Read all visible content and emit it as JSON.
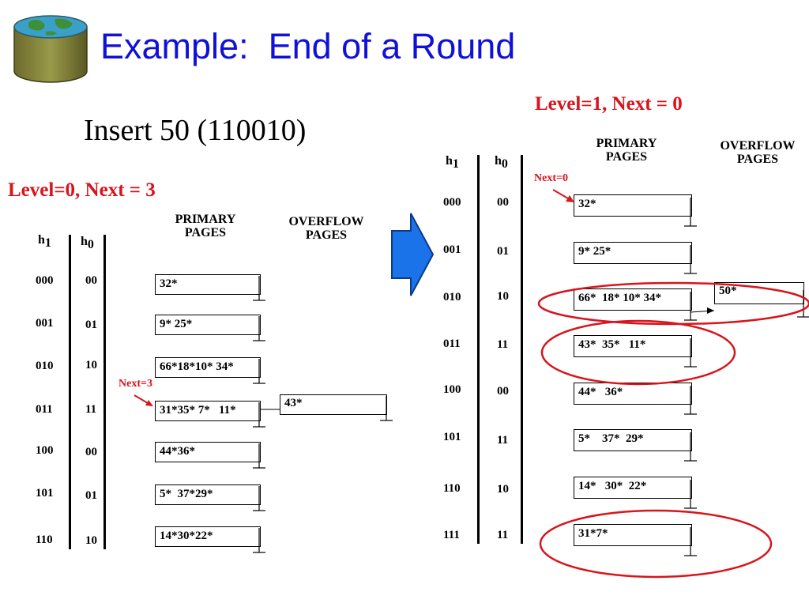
{
  "title": "Example:  End of a Round",
  "insert_text": "Insert 50 (110010)",
  "colors": {
    "title": "#1010d8",
    "highlight": "#d8141c",
    "arrow": "#1a73e8"
  },
  "left": {
    "level_text": "Level=0, Next = 3",
    "primary_header": "PRIMARY\nPAGES",
    "overflow_header": "OVERFLOW\nPAGES",
    "h1": "h",
    "h1_sub": "1",
    "h0": "h",
    "h0_sub": "0",
    "next_label": "Next=3",
    "rows": [
      {
        "h1": "000",
        "h0": "00",
        "primary": "32*"
      },
      {
        "h1": "001",
        "h0": "01",
        "primary": "9* 25*"
      },
      {
        "h1": "010",
        "h0": "10",
        "primary": "66*18*10* 34*"
      },
      {
        "h1": "011",
        "h0": "11",
        "primary": "31*35* 7*   11*",
        "overflow": "43*"
      },
      {
        "h1": "100",
        "h0": "00",
        "primary": "44*36*"
      },
      {
        "h1": "101",
        "h0": "01",
        "primary": "5*  37*29*"
      },
      {
        "h1": "110",
        "h0": "10",
        "primary": "14*30*22*"
      }
    ]
  },
  "right": {
    "level_text": "Level=1, Next = 0",
    "primary_header": "PRIMARY\nPAGES",
    "overflow_header": "OVERFLOW\nPAGES",
    "h1": "h",
    "h1_sub": "1",
    "h0": "h",
    "h0_sub": "0",
    "next_label": "Next=0",
    "rows": [
      {
        "h1": "000",
        "h0": "00",
        "primary": "32*"
      },
      {
        "h1": "001",
        "h0": "01",
        "primary": "9* 25*"
      },
      {
        "h1": "010",
        "h0": "10",
        "primary": "66*  18* 10* 34*",
        "overflow": "50*",
        "circled": true
      },
      {
        "h1": "011",
        "h0": "11",
        "primary": "43*  35*   11*",
        "circled": true
      },
      {
        "h1": "100",
        "h0": "00",
        "primary": "44*   36*"
      },
      {
        "h1": "101",
        "h0": "11",
        "primary": "5*    37*  29*"
      },
      {
        "h1": "110",
        "h0": "10",
        "primary": "14*   30*  22*"
      },
      {
        "h1": "111",
        "h0": "11",
        "primary": "31*7*",
        "circled": true
      }
    ]
  }
}
